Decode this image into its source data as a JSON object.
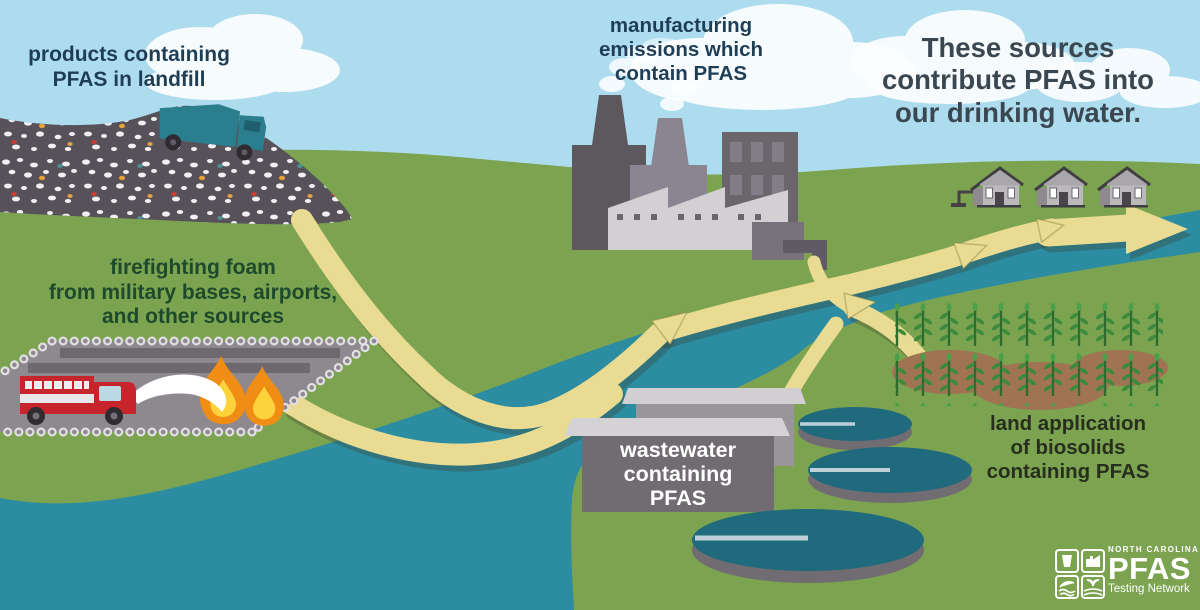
{
  "headline": "These sources\ncontribute PFAS into\nour drinking water.",
  "labels": {
    "landfill": "products containing\nPFAS in landfill",
    "manufacturing": "manufacturing\nemissions which\ncontain PFAS",
    "firefighting": "firefighting foam\nfrom military bases, airports,\nand other sources",
    "wastewater": "wastewater\ncontaining\nPFAS",
    "biosolids": "land application\nof biosolids\ncontaining PFAS"
  },
  "logo": {
    "region": "NORTH CAROLINA",
    "acronym": "PFAS",
    "subtitle": "Testing Network"
  },
  "diagram": {
    "type": "flow-infographic",
    "sources": [
      "products containing PFAS in landfill",
      "manufacturing emissions which contain PFAS",
      "firefighting foam from military bases, airports, and other sources",
      "wastewater containing PFAS",
      "land application of biosolids containing PFAS"
    ],
    "destination": "drinking water"
  },
  "colors": {
    "sky": "#aedcef",
    "grass": "#7ca350",
    "river": "#2b8ca2",
    "flow_arrow": "#e9dc92",
    "headline_text": "#3a4750",
    "label_navy": "#1f3e55",
    "label_green": "#1d4a2c",
    "label_dark": "#272e1e",
    "landfill_gray": "#57525a",
    "fire_red": "#c8242c",
    "flame_orange": "#f08d15",
    "logo_white": "#ffffff"
  }
}
